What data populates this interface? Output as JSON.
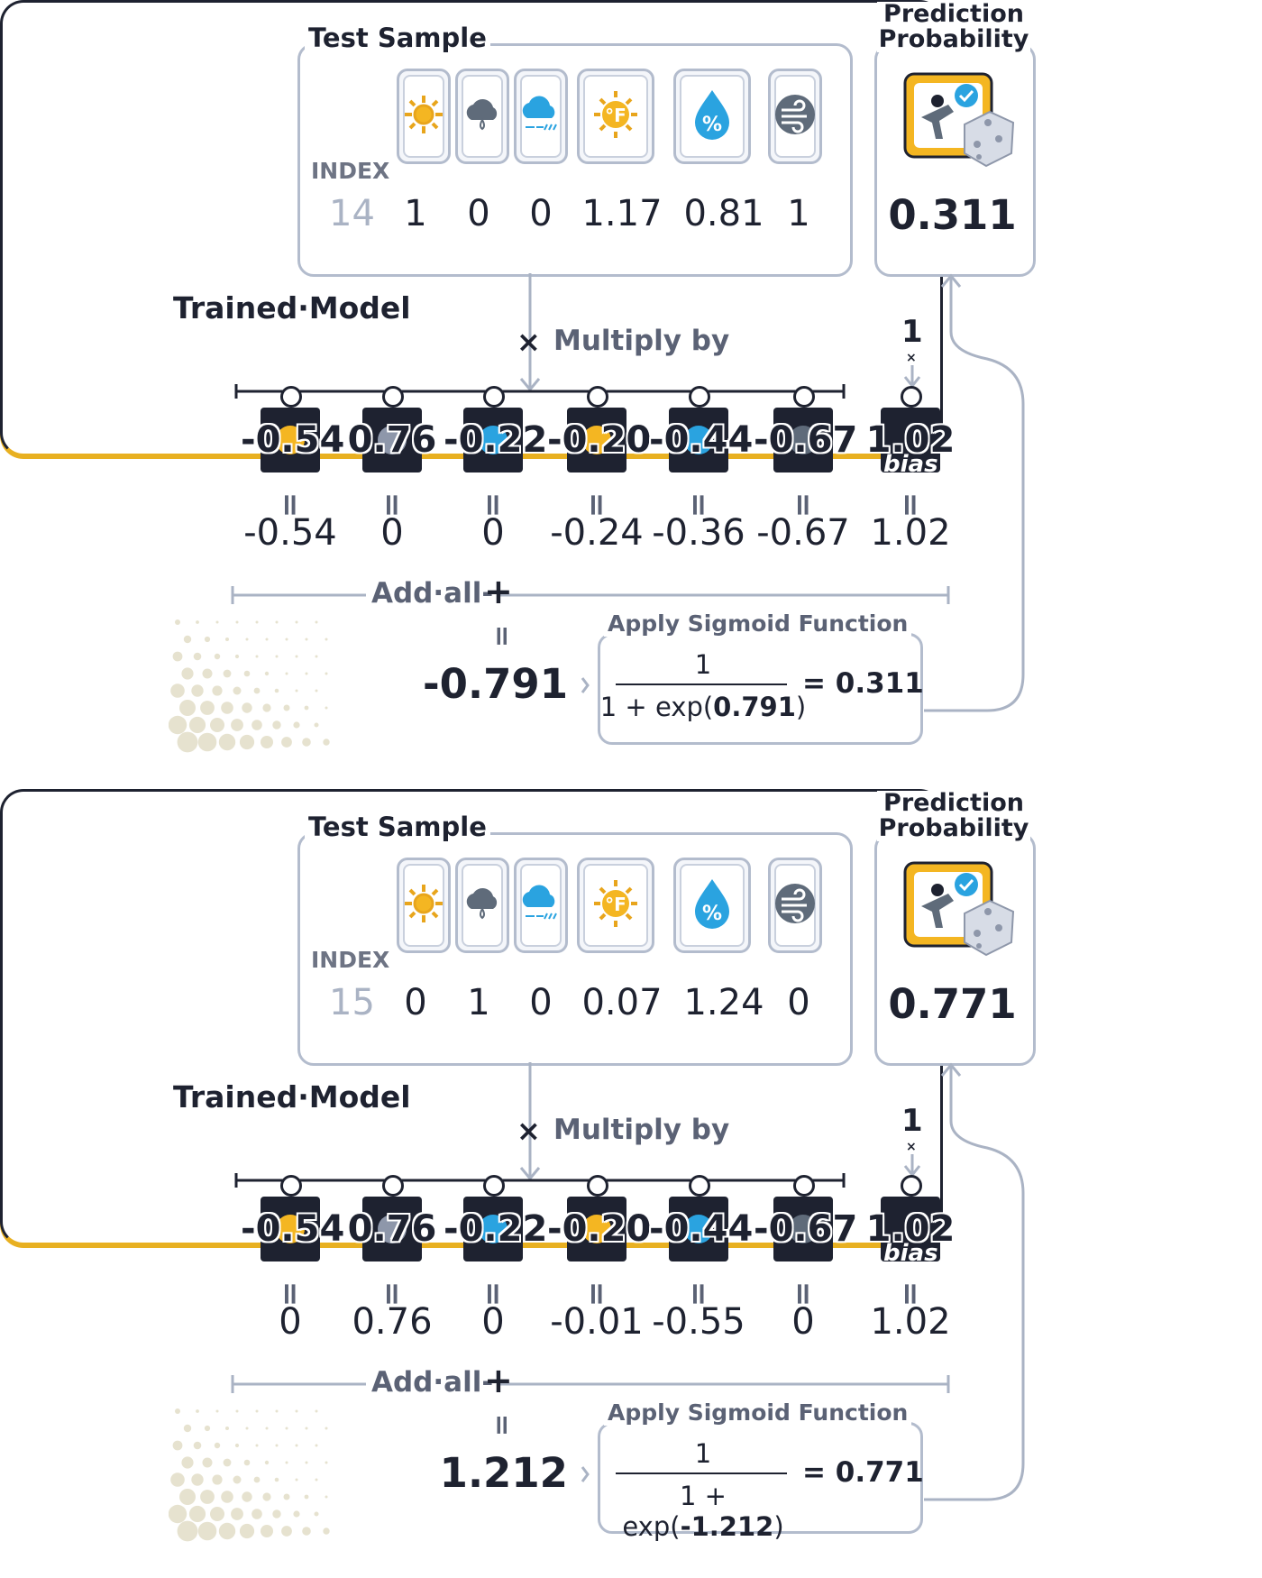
{
  "labels": {
    "test_sample": "Test Sample",
    "prediction_line1": "Prediction",
    "prediction_line2": "Probability",
    "trained_model": "Trained·Model",
    "index": "INDEX",
    "multiply_by": "Multiply by",
    "times_sign": "×",
    "one": "1",
    "add_all": "Add·all-",
    "plus": "+",
    "equals": "=",
    "apply_sigmoid": "Apply Sigmoid Function",
    "bias_word": "bias",
    "frac_numerator": "1",
    "frac_den_prefix": "1 + exp("
  },
  "weights": [
    "-0.54",
    "0.76",
    "-0.22",
    "-0.20",
    "-0.44",
    "-0.67",
    "1.02"
  ],
  "feature_icons": [
    "sun-icon",
    "rain-cloud-icon",
    "snow-cloud-icon",
    "temperature-icon",
    "humidity-icon",
    "wind-icon"
  ],
  "colors": {
    "accent": "#e8b021",
    "frame": "#b3bccd",
    "ink": "#1e2230",
    "icon_blue": "#2aa3e0",
    "icon_gray": "#5f6b7a"
  },
  "examples": [
    {
      "index": "14",
      "features": [
        "1",
        "0",
        "0",
        "1.17",
        "0.81",
        "1"
      ],
      "products": [
        "-0.54",
        "0",
        "0",
        "-0.24",
        "-0.36",
        "-0.67",
        "1.02"
      ],
      "sum": "-0.791",
      "exp_arg": "0.791",
      "exp_close": ")",
      "sigmoid_result": "= 0.311",
      "probability": "0.311"
    },
    {
      "index": "15",
      "features": [
        "0",
        "1",
        "0",
        "0.07",
        "1.24",
        "0"
      ],
      "products": [
        "0",
        "0.76",
        "0",
        "-0.01",
        "-0.55",
        "0",
        "1.02"
      ],
      "sum": "1.212",
      "exp_arg": "-1.212",
      "exp_close": ")",
      "sigmoid_result": "= 0.771",
      "probability": "0.771"
    }
  ]
}
